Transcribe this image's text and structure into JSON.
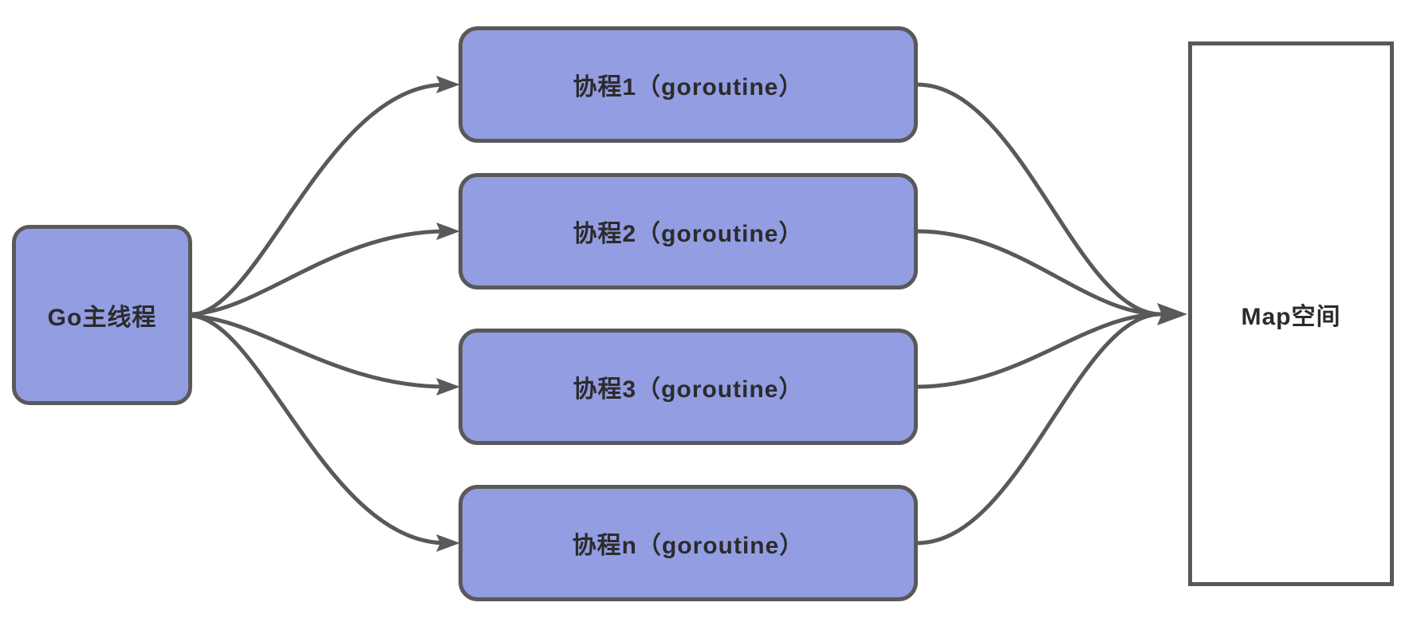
{
  "diagram": {
    "nodes": {
      "main_thread": {
        "label": "Go主线程"
      },
      "goroutines": [
        {
          "label": "协程1（goroutine）"
        },
        {
          "label": "协程2（goroutine）"
        },
        {
          "label": "协程3（goroutine）"
        },
        {
          "label": "协程n（goroutine）"
        }
      ],
      "map_space": {
        "label": "Map空间"
      }
    },
    "edges": [
      {
        "from": "main_thread",
        "to": "goroutine-1"
      },
      {
        "from": "main_thread",
        "to": "goroutine-2"
      },
      {
        "from": "main_thread",
        "to": "goroutine-3"
      },
      {
        "from": "main_thread",
        "to": "goroutine-n"
      },
      {
        "from": "goroutine-1",
        "to": "map_space"
      },
      {
        "from": "goroutine-2",
        "to": "map_space"
      },
      {
        "from": "goroutine-3",
        "to": "map_space"
      },
      {
        "from": "goroutine-n",
        "to": "map_space"
      }
    ],
    "colors": {
      "node_fill": "#939DE2",
      "node_border": "#595959",
      "arrow": "#595959",
      "text": "#2B2B2B",
      "map_fill": "#FFFFFF",
      "background": "#FFFFFF"
    }
  }
}
